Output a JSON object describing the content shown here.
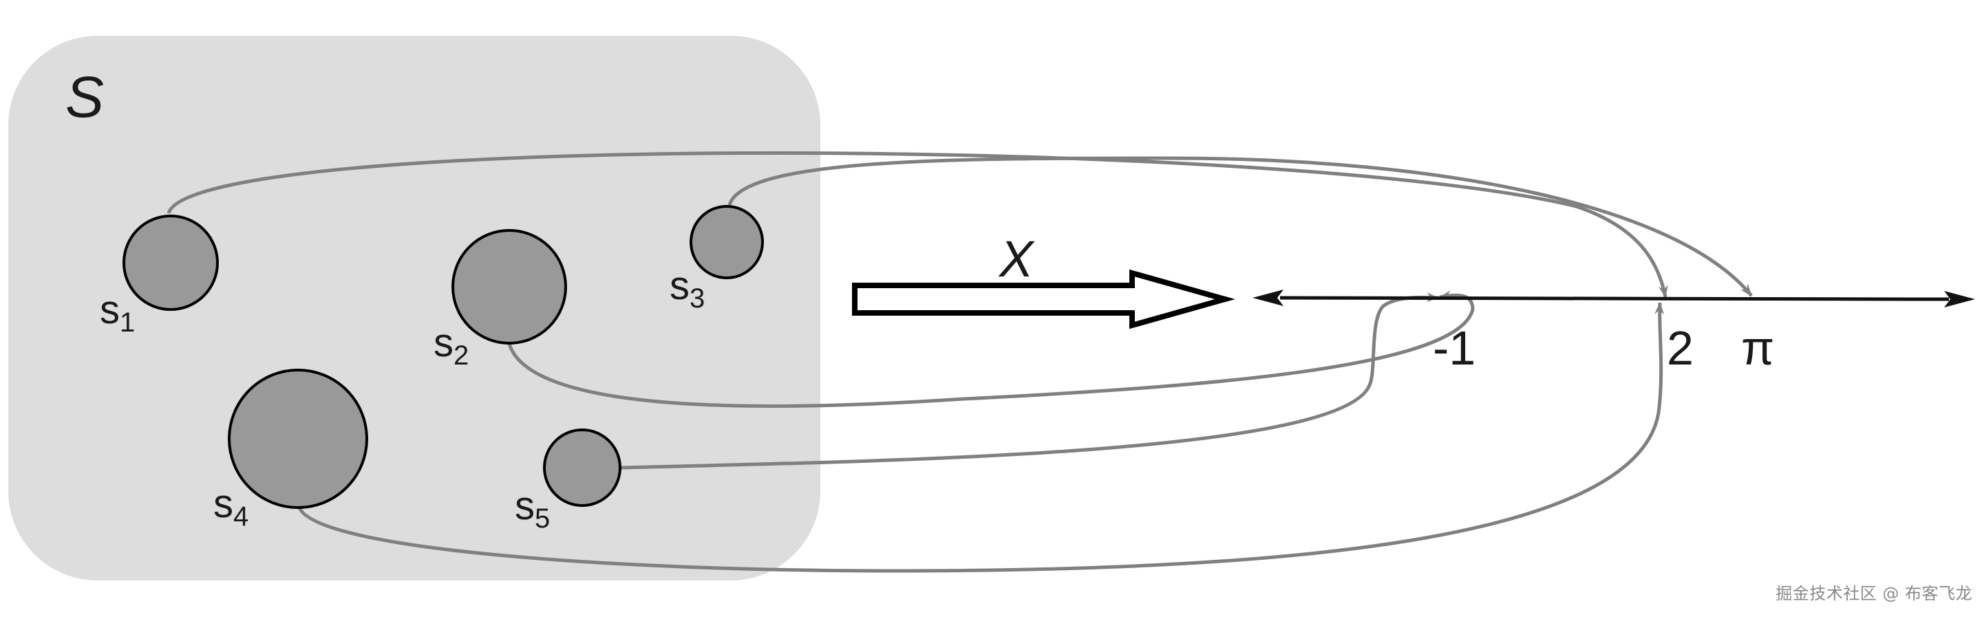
{
  "set": {
    "label": "S",
    "fill": "#dddddd",
    "elements": [
      {
        "id": "s1",
        "base": "s",
        "sub": "1"
      },
      {
        "id": "s2",
        "base": "s",
        "sub": "2"
      },
      {
        "id": "s3",
        "base": "s",
        "sub": "3"
      },
      {
        "id": "s4",
        "base": "s",
        "sub": "4"
      },
      {
        "id": "s5",
        "base": "s",
        "sub": "5"
      }
    ]
  },
  "mapping": {
    "label": "X"
  },
  "number_line": {
    "ticks": [
      "-1",
      "2",
      "π"
    ]
  },
  "mappings": [
    {
      "from": "s1",
      "to": "2"
    },
    {
      "from": "s3",
      "to": "π"
    },
    {
      "from": "s2",
      "to": "-1"
    },
    {
      "from": "s5",
      "to": "-1"
    },
    {
      "from": "s4",
      "to": "2"
    }
  ],
  "colors": {
    "element_fill": "#999999",
    "mapping_curve": "#808080",
    "axis": "#111111"
  },
  "watermark": "掘金技术社区 @ 布客飞龙"
}
